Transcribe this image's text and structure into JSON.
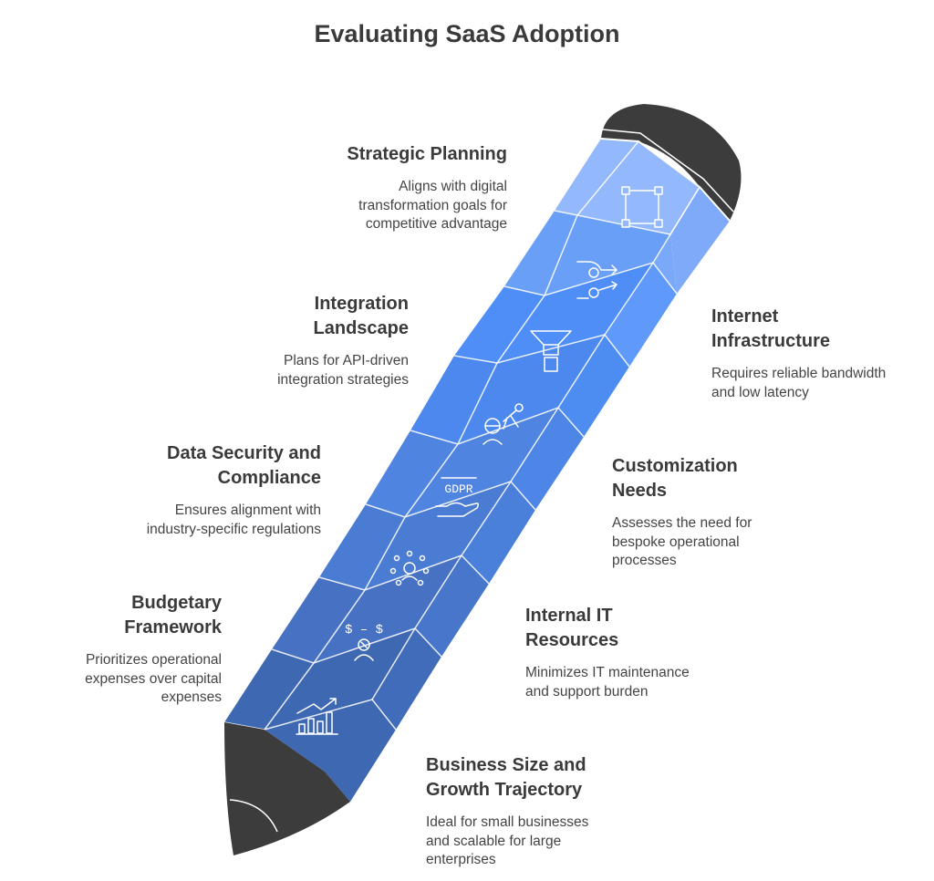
{
  "title": "Evaluating SaaS Adoption",
  "left_items": [
    {
      "heading": "Strategic Planning",
      "description": "Aligns with digital\ntransformation goals for\ncompetitive advantage",
      "icon": "frame-select-icon"
    },
    {
      "heading": "Integration\nLandscape",
      "description": "Plans for API-driven\nintegration strategies",
      "icon": "flow-arrows-icon"
    },
    {
      "heading": "Data Security and\nCompliance",
      "description": "Ensures alignment with\nindustry-specific regulations",
      "icon": "gdpr-hand-icon"
    },
    {
      "heading": "Budgetary\nFramework",
      "description": "Prioritizes operational\nexpenses over capital\nexpenses",
      "icon": "cost-person-icon"
    }
  ],
  "right_items": [
    {
      "heading": "Internet\nInfrastructure",
      "description": "Requires reliable bandwidth\nand low latency",
      "icon": "funnel-icon"
    },
    {
      "heading": "Customization\nNeeds",
      "description": "Assesses the need for\nbespoke operational\nprocesses",
      "icon": "engineer-tool-icon"
    },
    {
      "heading": "Internal IT\nResources",
      "description": "Minimizes IT maintenance\nand support burden",
      "icon": "team-circle-icon"
    },
    {
      "heading": "Business Size and\nGrowth Trajectory",
      "description": "Ideal for small businesses\nand scalable for large\nenterprises",
      "icon": "growth-chart-icon"
    }
  ],
  "icon_text": {
    "gdpr": "GDPR",
    "cost": "$ – $"
  },
  "colors": {
    "band1": "#93b8fb",
    "band2": "#6a9ff8",
    "band3": "#4f8ef7",
    "band4": "#4d88ee",
    "band5": "#4f84e0",
    "band6": "#4b7cd4",
    "band7": "#4772c3",
    "band8": "#3f68b3",
    "eraser": "#3c3c3c",
    "tip": "#3c3c3c"
  }
}
